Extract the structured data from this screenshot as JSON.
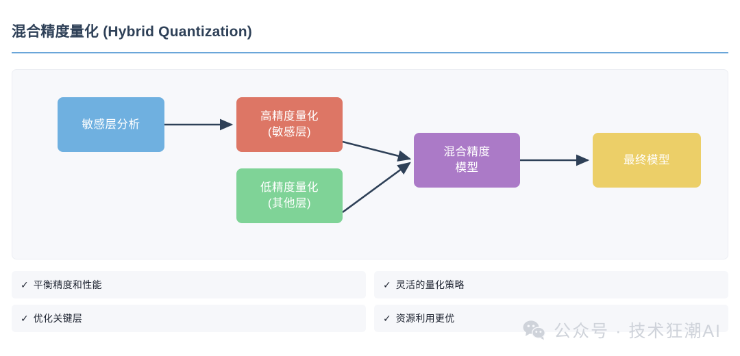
{
  "header": {
    "title": "混合精度量化 (Hybrid Quantization)"
  },
  "diagram": {
    "nodes": [
      {
        "id": "sensitivity-analysis",
        "label": "敏感层分析",
        "color": "#6fb0e0"
      },
      {
        "id": "high-precision",
        "label": "高精度量化\n(敏感层)",
        "line1": "高精度量化",
        "line2": "(敏感层)",
        "color": "#dd7665"
      },
      {
        "id": "low-precision",
        "label": "低精度量化\n(其他层)",
        "line1": "低精度量化",
        "line2": "(其他层)",
        "color": "#7fd397"
      },
      {
        "id": "mixed-precision-model",
        "label": "混合精度\n模型",
        "line1": "混合精度",
        "line2": "模型",
        "color": "#ab7ac7"
      },
      {
        "id": "final-model",
        "label": "最终模型",
        "color": "#eccf68"
      }
    ],
    "edges": [
      {
        "from": "sensitivity-analysis",
        "to": "high-precision"
      },
      {
        "from": "high-precision",
        "to": "mixed-precision-model"
      },
      {
        "from": "low-precision",
        "to": "mixed-precision-model"
      },
      {
        "from": "mixed-precision-model",
        "to": "final-model"
      }
    ],
    "edge_color": "#2e4057",
    "panel_background": "#f7f8fb"
  },
  "features": {
    "check_glyph": "✓",
    "items": [
      "平衡精度和性能",
      "灵活的量化策略",
      "优化关键层",
      "资源利用更优"
    ]
  },
  "watermark": {
    "text": "公众号 · 技术狂潮AI",
    "icon": "wechat-icon",
    "color": "#cfd3da"
  },
  "theme": {
    "accent": "#6aa6d9",
    "title_color": "#2e4057",
    "text_color": "#1d2330"
  }
}
